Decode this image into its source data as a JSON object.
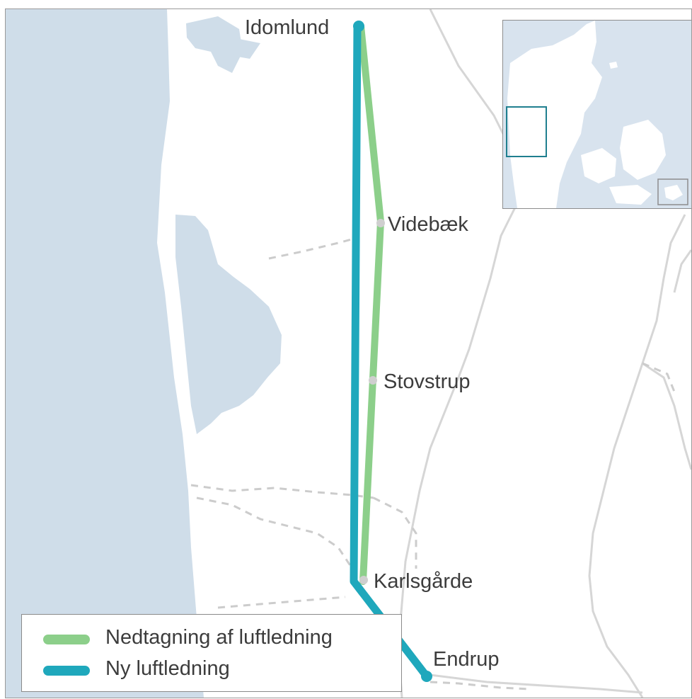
{
  "places": {
    "idomlund": "Idomlund",
    "videbaek": "Videbæk",
    "stovstrup": "Stovstrup",
    "karlsgaarde": "Karlsgårde",
    "endrup": "Endrup"
  },
  "legend": {
    "items": [
      {
        "label": "Nedtagning af luftledning",
        "color": "#8ccf8a"
      },
      {
        "label": "Ny luftledning",
        "color": "#1fa8bc"
      }
    ]
  },
  "colors": {
    "water": "#cfdde9",
    "road": "#d6d6d6",
    "dashed_line": "#cccccc",
    "removed_line": "#8ccf8a",
    "new_line": "#1fa8bc",
    "inset_land": "#ffffff",
    "inset_sea": "#d8e3ee",
    "inset_frame": "#1f7f8f"
  },
  "inset": {
    "name": "Denmark overview",
    "highlight": "study area frame"
  }
}
